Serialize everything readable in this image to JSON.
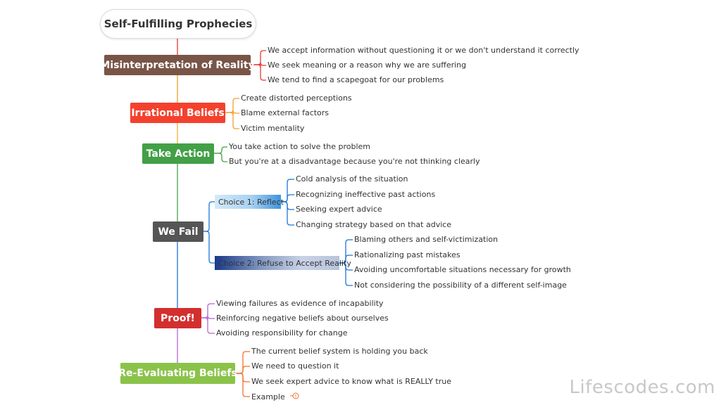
{
  "diagram": {
    "title": "Self-Fulfilling Prophecies",
    "branches": [
      {
        "id": "misinterpretation",
        "label": "Misinterpretation of Reality",
        "color": "#795548",
        "line_color": "#e8a020",
        "items": [
          "We accept information without questioning it or we don't understand it correctly",
          "We seek meaning or a reason why we are suffering",
          "We tend to find a scapegoat for our problems"
        ]
      },
      {
        "id": "irrational",
        "label": "Irrational Beliefs",
        "color": "#f4412e",
        "line_color": "#f0b030",
        "items": [
          "Create distorted perceptions",
          "Blame external factors",
          "Victim mentality"
        ]
      },
      {
        "id": "action",
        "label": "Take Action",
        "color": "#43a047",
        "line_color": "#43a047",
        "items": [
          "You take action to solve the problem",
          "But you're at a disadvantage because you're not thinking clearly"
        ]
      },
      {
        "id": "fail",
        "label": "We Fail",
        "color": "#555555",
        "line_color": "#1e73d9",
        "choices": [
          {
            "label": "Choice 1: Reflect",
            "items": [
              "Cold analysis of the situation",
              "Recognizing ineffective past actions",
              "Seeking expert advice",
              "Changing strategy based on that advice"
            ]
          },
          {
            "label": "Choice 2: Refuse to Accept Reality",
            "items": [
              "Blaming others and self-victimization",
              "Rationalizing past mistakes",
              "Avoiding uncomfortable situations necessary for growth",
              "Not considering the possibility of a different self-image"
            ]
          }
        ]
      },
      {
        "id": "proof",
        "label": "Proof!",
        "color": "#d32f2f",
        "line_color": "#b266d8",
        "items": [
          "Viewing failures as evidence of incapability",
          "Reinforcing negative beliefs about ourselves",
          "Avoiding responsibility for change"
        ]
      },
      {
        "id": "reeval",
        "label": "Re-Evaluating Beliefs",
        "color": "#8bc34a",
        "line_color": "#f07030",
        "items": [
          "The current belief system is holding you back",
          "We need to question it",
          "We seek expert advice to know what is REALLY true",
          "Example"
        ]
      }
    ],
    "watermark": "Lifescodes.com"
  }
}
